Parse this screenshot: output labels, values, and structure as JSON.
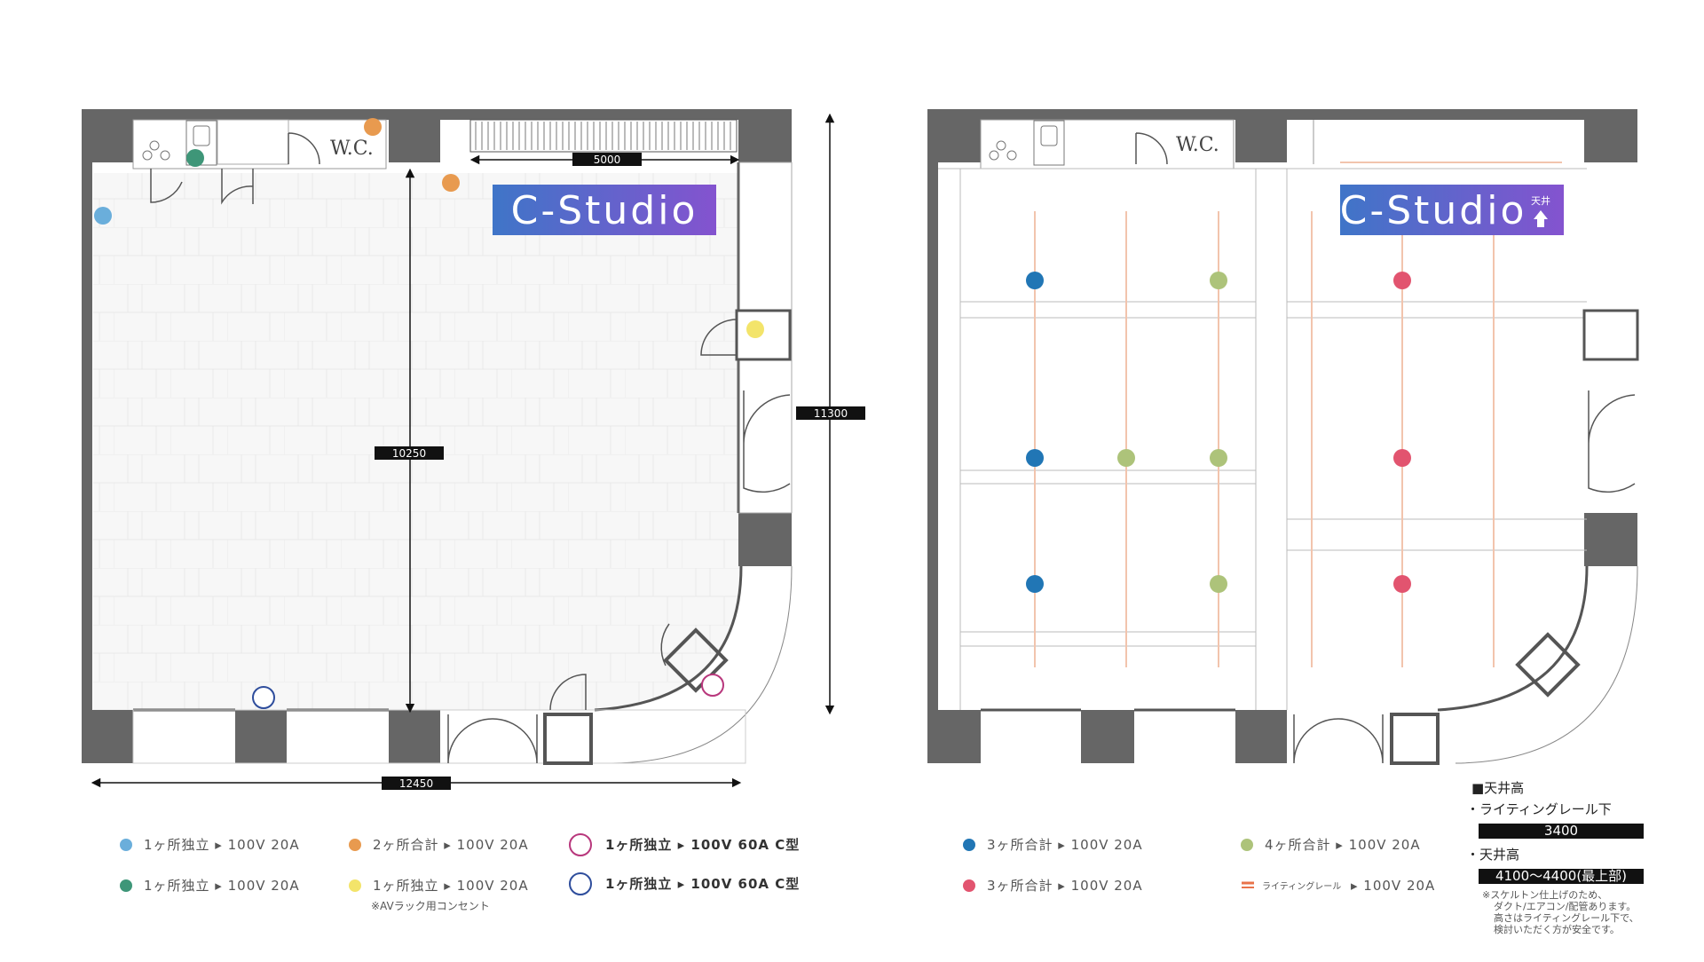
{
  "plan_left": {
    "logo": "C-Studio",
    "wc_label": "W.C.",
    "dim_top": "5000",
    "dim_inner_height": "10250",
    "dim_outer_height": "11300",
    "dim_bottom_width": "12450"
  },
  "plan_right": {
    "logo": "C-Studio",
    "logo_badge": "天井",
    "wc_label": "W.C."
  },
  "legend_left": [
    {
      "icon": "dot-light-blue",
      "color": "#6aaedb",
      "text": "1ヶ所独立 ▸ 100V 20A"
    },
    {
      "icon": "dot-orange",
      "color": "#e89a4f",
      "text": "2ヶ所合計 ▸ 100V 20A"
    },
    {
      "icon": "ring-magenta",
      "color": "#b8377c",
      "text": "1ヶ所独立 ▸ 100V 60A C型"
    },
    {
      "icon": "dot-teal",
      "color": "#3e9678",
      "text": "1ヶ所独立 ▸ 100V 20A"
    },
    {
      "icon": "dot-yellow",
      "color": "#f3e46a",
      "text": "1ヶ所独立 ▸ 100V 20A"
    },
    {
      "icon": "ring-navy",
      "color": "#2e4d9c",
      "text": "1ヶ所独立 ▸ 100V 60A C型"
    }
  ],
  "legend_left_note": "※AVラック用コンセント",
  "legend_right": [
    {
      "icon": "dot-blue",
      "color": "#2176b5",
      "text": "3ヶ所合計 ▸ 100V 20A"
    },
    {
      "icon": "dot-olive",
      "color": "#adc37a",
      "text": "4ヶ所合計 ▸ 100V 20A"
    },
    {
      "icon": "dot-pink",
      "color": "#e2546f",
      "text": "3ヶ所合計 ▸ 100V 20A"
    },
    {
      "icon": "rail-icon",
      "color": "#e8734a",
      "prefix": "ライティングレール",
      "text": "▸ 100V 20A"
    }
  ],
  "ceiling_info": {
    "heading": "■天井高",
    "item1_label": "・ライティングレール下",
    "item1_value": "3400",
    "item2_label": "・天井高",
    "item2_value": "4100〜4400(最上部)",
    "note_lines": [
      "※スケルトン仕上げのため、",
      "ダクト/エアコン/配管あります。",
      "高さはライティングレール下で、",
      "検討いただく方が安全です。"
    ]
  },
  "colors": {
    "wall": "#666666",
    "logo_gradient_start": "#3f75c8",
    "logo_gradient_end": "#8453cf",
    "rail": "#f2c4ad"
  }
}
